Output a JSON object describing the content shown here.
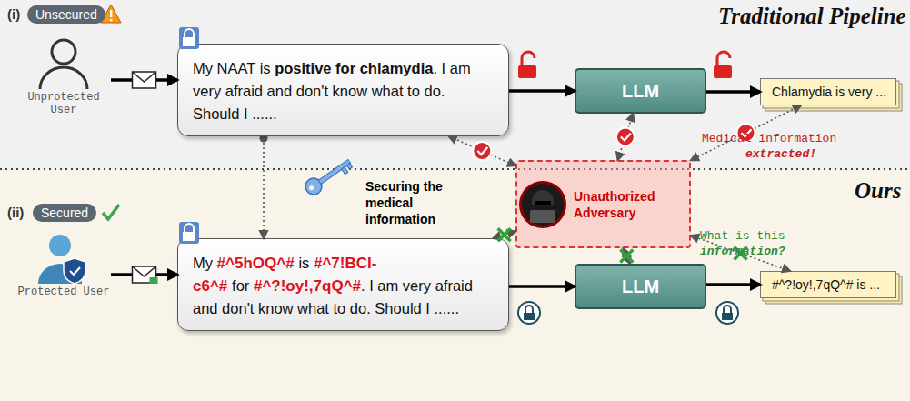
{
  "diagram": {
    "nodes": [
      {
        "text": [
          "Unprotected User"
        ]
      },
      {
        "text": [
          "My NAAT is",
          "positive for chlamydia",
          ". I am very afraid and don't know what to do. Should I ......"
        ]
      },
      {
        "text": [
          "LLM"
        ]
      },
      {
        "text": [
          "Chlamydia is very ..."
        ]
      },
      {
        "text": [
          "Unauthorized Adversary"
        ]
      },
      {
        "text": [
          "Protected User"
        ]
      },
      {
        "text": [
          "My",
          "#^5hOQ^#",
          "is",
          "#^7!BCI-c6^#",
          "for",
          "#^?!oy!,7qQ^#",
          ". I am very afraid and don't know what to do. Should I ......"
        ]
      },
      {
        "text": [
          "LLM"
        ]
      },
      {
        "text": [
          "#^?!oy!,7qQ^# is ..."
        ]
      }
    ],
    "edges": [
      {
        "from": 0,
        "to": 1,
        "arrow": "to"
      },
      {
        "from": 1,
        "to": 2,
        "arrow": "to"
      },
      {
        "from": 2,
        "to": 3,
        "arrow": "to"
      },
      {
        "from": 1,
        "to": 6,
        "label": "Securing the medical information",
        "arrow": "to"
      },
      {
        "from": 5,
        "to": 6,
        "arrow": "to"
      },
      {
        "from": 6,
        "to": 7,
        "arrow": "to"
      },
      {
        "from": 7,
        "to": 8,
        "arrow": "to"
      },
      {
        "from": 1,
        "to": 4,
        "arrow": "both"
      },
      {
        "from": 2,
        "to": 4,
        "arrow": "both"
      },
      {
        "from": 3,
        "to": 4,
        "arrow": "both"
      },
      {
        "from": 6,
        "to": 4,
        "arrow": "both"
      },
      {
        "from": 7,
        "to": 4,
        "arrow": "both"
      },
      {
        "from": 8,
        "to": 4,
        "arrow": "both"
      }
    ],
    "labels": [
      "(i)",
      "Unsecured",
      "Traditional Pipeline",
      "(ii)",
      "Secured",
      "Ours",
      "Medical information",
      "extracted!",
      "What is this",
      "information?"
    ]
  }
}
